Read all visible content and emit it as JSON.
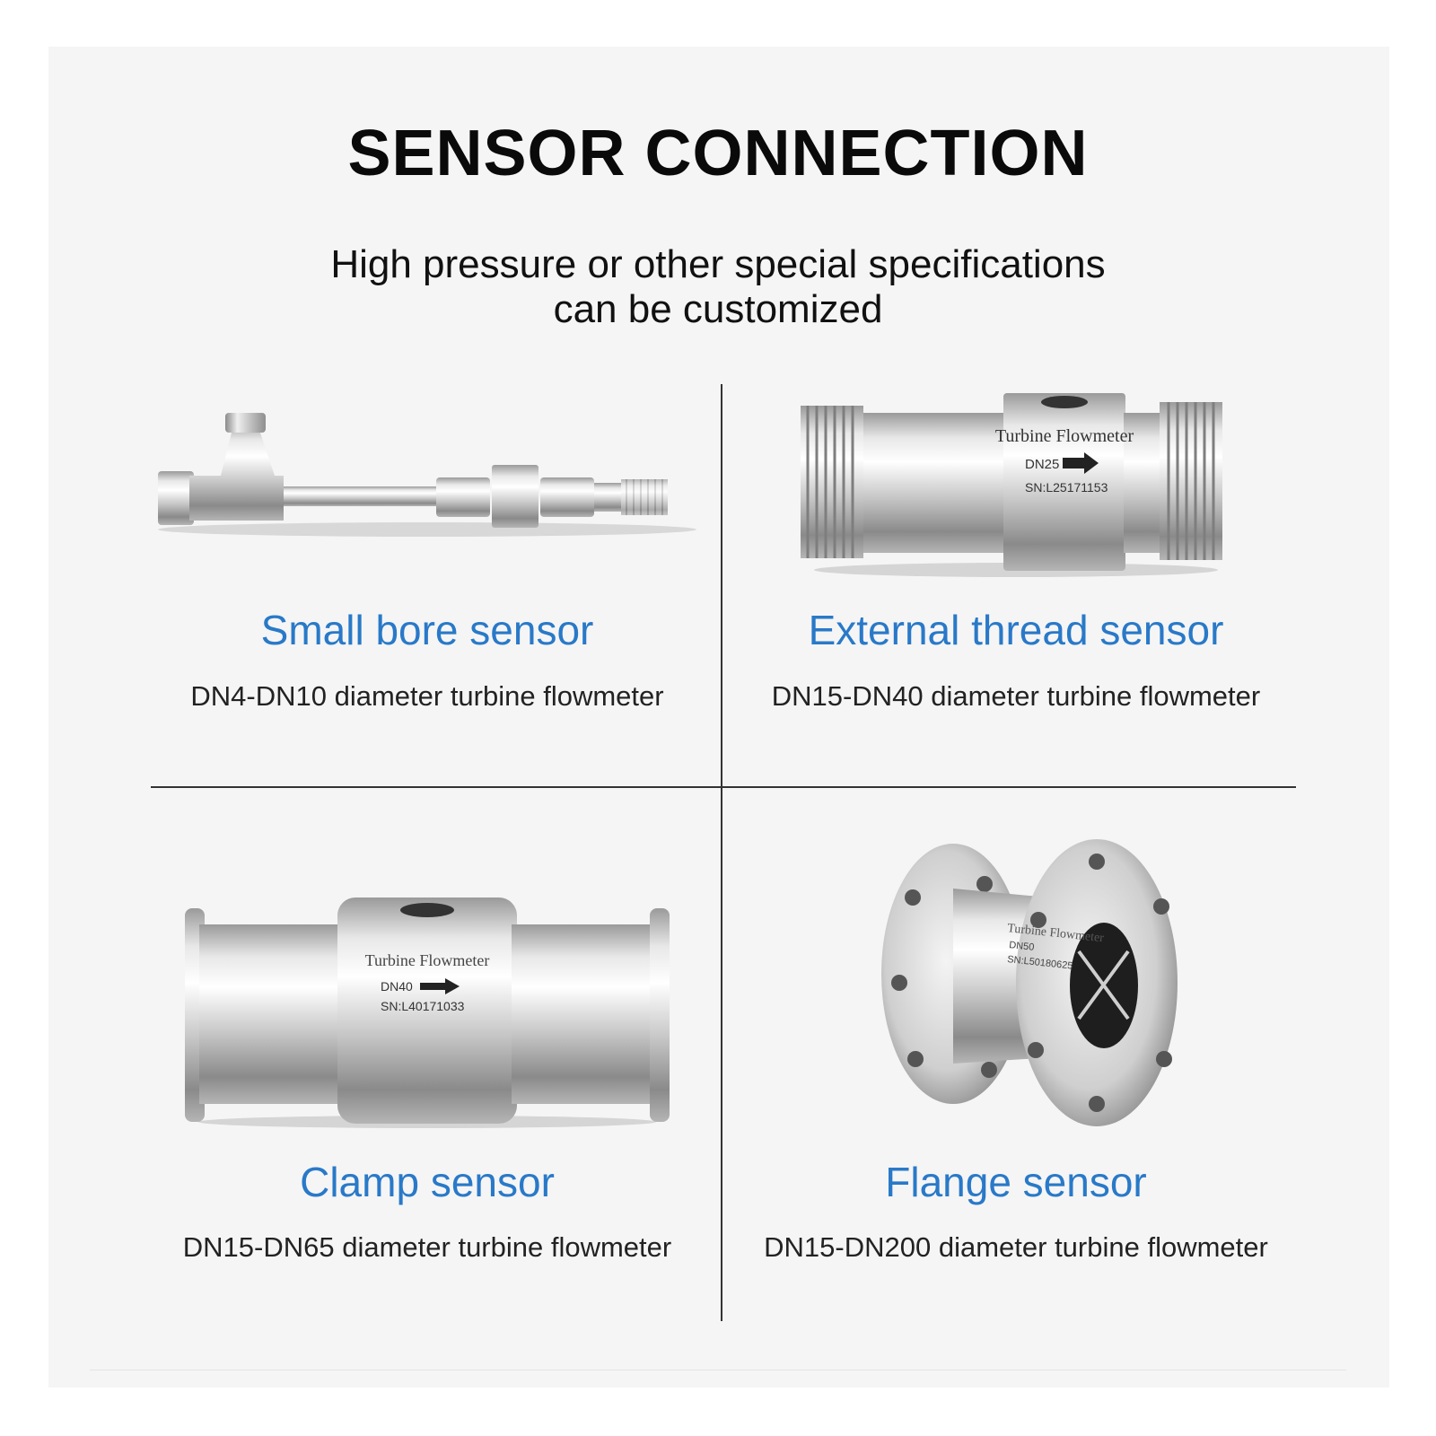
{
  "header": {
    "title": "SENSOR CONNECTION",
    "subtitle_line1": "High pressure or other special specifications",
    "subtitle_line2": "can be customized"
  },
  "sensors": [
    {
      "name": "Small bore sensor",
      "spec": "DN4-DN10 diameter turbine flowmeter"
    },
    {
      "name": "External thread sensor",
      "spec": "DN15-DN40 diameter turbine flowmeter"
    },
    {
      "name": "Clamp sensor",
      "spec": "DN15-DN65 diameter turbine flowmeter"
    },
    {
      "name": "Flange sensor",
      "spec": "DN15-DN200 diameter turbine flowmeter"
    }
  ],
  "labels": {
    "brand": "Turbine Flowmeter",
    "thread_dn": "DN25",
    "thread_sn": "SN:L25171153",
    "clamp_dn": "DN40",
    "clamp_sn": "SN:L40171033",
    "flange_dn": "DN50",
    "flange_sn": "SN:L50180625"
  },
  "colors": {
    "accent": "#2979c8",
    "title": "#0a0a0a"
  }
}
